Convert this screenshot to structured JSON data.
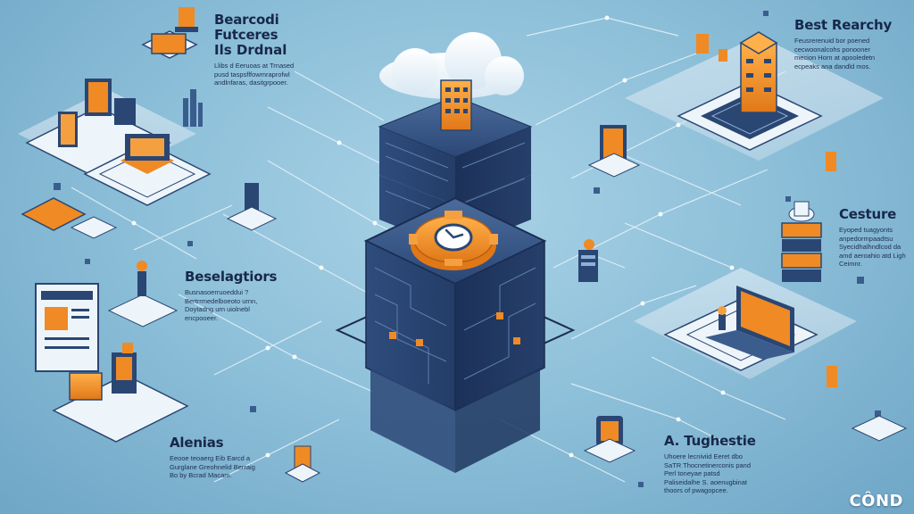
{
  "labels": {
    "top_left": {
      "title_line1": "Bearcodi Futceres",
      "title_line2": "Ils Drdnal",
      "body": [
        "Llibs d Eeruoas at Trnased",
        "pusd taspsflfowmraprofwl",
        "andlnfaras, dasitgrpooer."
      ]
    },
    "top_right": {
      "title": "Best Rearchy",
      "body": [
        "Feusrerenuid bor poened",
        "cecwoonalcohs ponooner",
        "mecion Horn at apooledetn",
        "ecpeaks ana dandld mos."
      ]
    },
    "right": {
      "title": "Cesture",
      "body": [
        "Eyoped tuagyonts",
        "anpedormpaadtsu",
        "Syecidhalhndlcod da",
        "amd aeroahio atd Ligh",
        "Ceimnr."
      ]
    },
    "middle_left": {
      "title": "Beselagtiors",
      "body": [
        "Busnasoerruoeddui ?",
        "Bertrrmedelboeoto urnn,",
        "Doytadng urn uiolnebl",
        "encpooeer."
      ]
    },
    "bottom_left": {
      "title": "Alenias",
      "body": [
        "Eeooe teoaerg Eib Earcd a",
        "Gurglane Greohnelid Berraig",
        "Bo by Bcrad Macam."
      ]
    },
    "bottom_center": {
      "title": "A. Tughestie",
      "body": [
        "Uhoere lecniviid Eeret dbo",
        "SaTR Thocnetinerconis pand",
        "Perl toneyae patsd",
        "Paliseidalhe S. aoenugbinat",
        "thoors of pwagopcee."
      ]
    }
  },
  "brand": "CÔND",
  "colors": {
    "background": "#8fc1da",
    "navy": "#233e6e",
    "orange": "#f08a24",
    "platform": "#dbe9f2"
  },
  "icons": {
    "center": "gear-clock-icon",
    "cloud": "cloud-icon",
    "laptop": "laptop-icon",
    "server": "server-icon"
  }
}
